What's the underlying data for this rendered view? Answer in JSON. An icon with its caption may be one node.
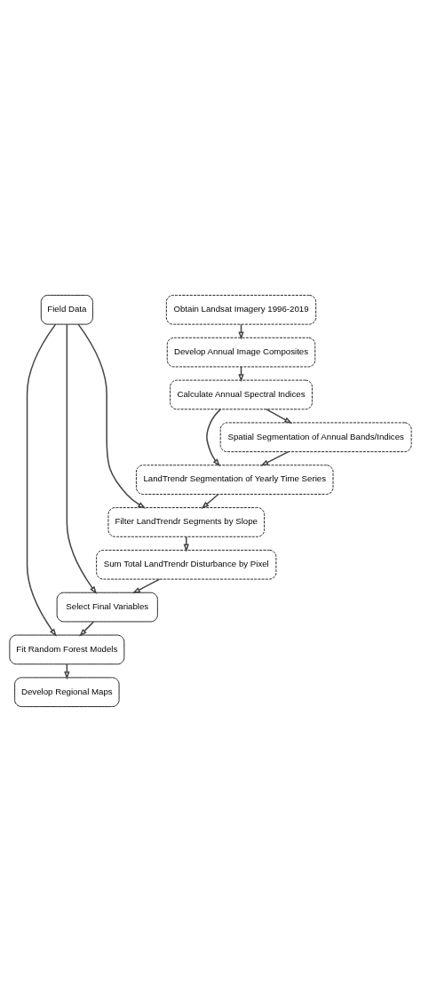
{
  "diagram": {
    "nodes": [
      {
        "text": [
          "Field Data"
        ]
      },
      {
        "text": [
          "Obtain Landsat Imagery 1996-2019"
        ]
      },
      {
        "text": [
          "Develop Annual Image Composites"
        ]
      },
      {
        "text": [
          "Calculate Annual Spectral Indices"
        ]
      },
      {
        "text": [
          "Spatial Segmentation of Annual Bands/Indices"
        ]
      },
      {
        "text": [
          "LandTrendr Segmentation of Yearly Time Series"
        ]
      },
      {
        "text": [
          "Filter LandTrendr Segments by Slope"
        ]
      },
      {
        "text": [
          "Sum Total LandTrendr Disturbance by Pixel"
        ]
      },
      {
        "text": [
          "Select Final Variables"
        ]
      },
      {
        "text": [
          "Fit Random Forest Models"
        ]
      },
      {
        "text": [
          "Develop Regional Maps"
        ]
      }
    ],
    "edges": [
      {
        "from": 1,
        "to": 2,
        "arrow": "to"
      },
      {
        "from": 2,
        "to": 3,
        "arrow": "to"
      },
      {
        "from": 3,
        "to": 4,
        "arrow": "to"
      },
      {
        "from": 4,
        "to": 5,
        "arrow": "to"
      },
      {
        "from": 3,
        "to": 5,
        "arrow": "to"
      },
      {
        "from": 5,
        "to": 6,
        "arrow": "to"
      },
      {
        "from": 6,
        "to": 7,
        "arrow": "to"
      },
      {
        "from": 7,
        "to": 8,
        "arrow": "to"
      },
      {
        "from": 8,
        "to": 9,
        "arrow": "to"
      },
      {
        "from": 9,
        "to": 10,
        "arrow": "to"
      },
      {
        "from": 0,
        "to": 6,
        "arrow": "to"
      },
      {
        "from": 0,
        "to": 8,
        "arrow": "to"
      },
      {
        "from": 0,
        "to": 9,
        "arrow": "to"
      }
    ]
  }
}
